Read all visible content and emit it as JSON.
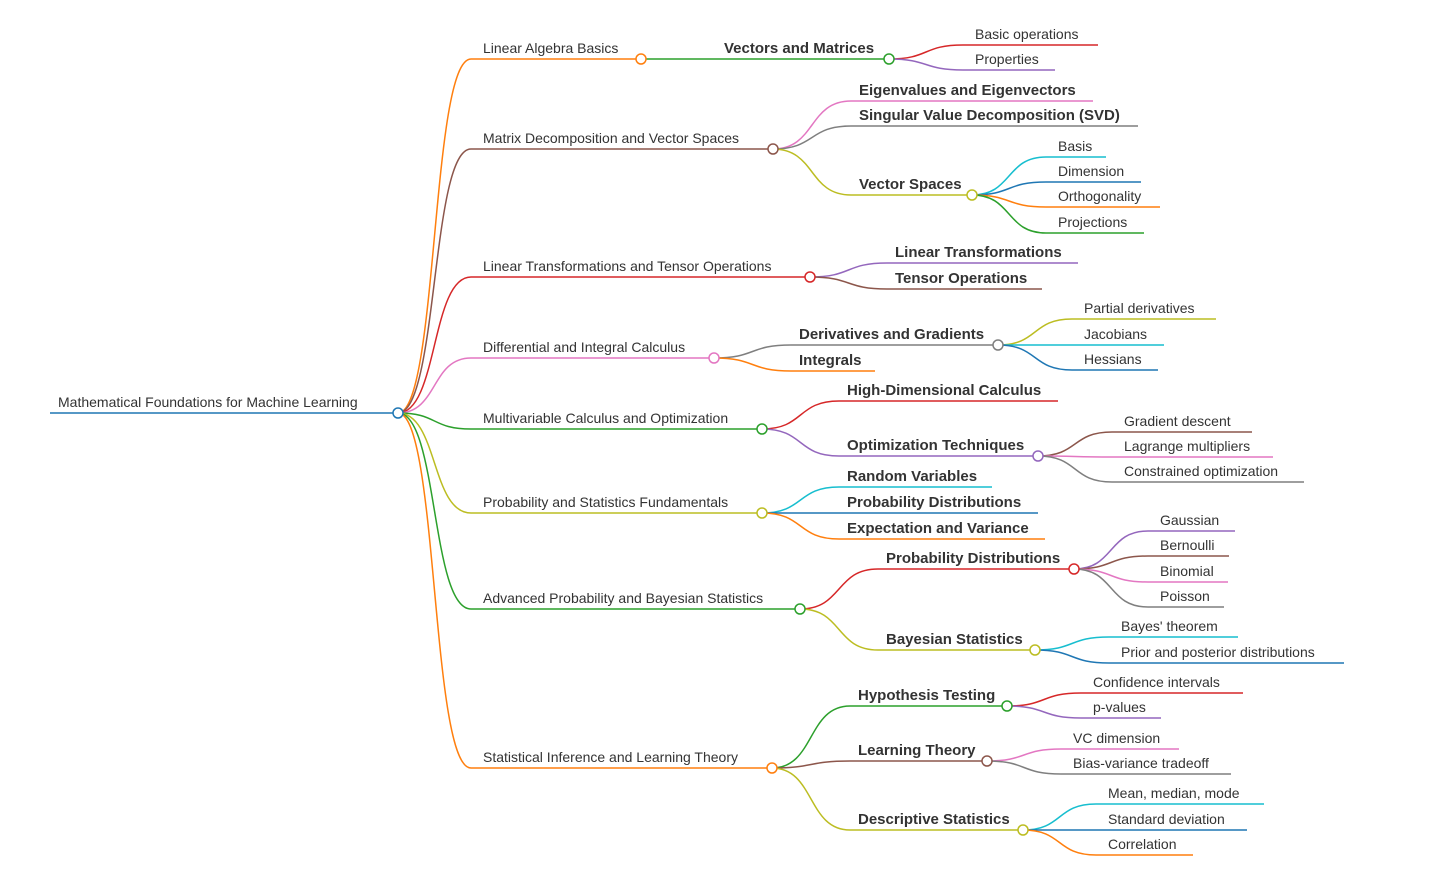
{
  "root": {
    "label": "Mathematical Foundations for Machine Learning",
    "color": "#1f77b4",
    "branches": [
      {
        "label": "Linear Algebra Basics",
        "color": "#ff7f0e",
        "children": [
          {
            "label": "Vectors and Matrices",
            "color": "#2ca02c",
            "children": [
              {
                "label": "Basic operations",
                "color": "#d62728"
              },
              {
                "label": "Properties",
                "color": "#9467bd"
              }
            ]
          }
        ]
      },
      {
        "label": "Matrix Decomposition and Vector Spaces",
        "color": "#8c564b",
        "children": [
          {
            "label": "Eigenvalues and Eigenvectors",
            "color": "#e377c2"
          },
          {
            "label": "Singular Value Decomposition (SVD)",
            "color": "#7f7f7f"
          },
          {
            "label": "Vector Spaces",
            "color": "#bcbd22",
            "children": [
              {
                "label": "Basis",
                "color": "#17becf"
              },
              {
                "label": "Dimension",
                "color": "#1f77b4"
              },
              {
                "label": "Orthogonality",
                "color": "#ff7f0e"
              },
              {
                "label": "Projections",
                "color": "#2ca02c"
              }
            ]
          }
        ]
      },
      {
        "label": "Linear Transformations and Tensor Operations",
        "color": "#d62728",
        "children": [
          {
            "label": "Linear Transformations",
            "color": "#9467bd"
          },
          {
            "label": "Tensor Operations",
            "color": "#8c564b"
          }
        ]
      },
      {
        "label": "Differential and Integral Calculus",
        "color": "#e377c2",
        "children": [
          {
            "label": "Derivatives and Gradients",
            "color": "#7f7f7f",
            "children": [
              {
                "label": "Partial derivatives",
                "color": "#bcbd22"
              },
              {
                "label": "Jacobians",
                "color": "#17becf"
              },
              {
                "label": "Hessians",
                "color": "#1f77b4"
              }
            ]
          },
          {
            "label": "Integrals",
            "color": "#ff7f0e"
          }
        ]
      },
      {
        "label": "Multivariable Calculus and Optimization",
        "color": "#2ca02c",
        "children": [
          {
            "label": "High-Dimensional Calculus",
            "color": "#d62728"
          },
          {
            "label": "Optimization Techniques",
            "color": "#9467bd",
            "children": [
              {
                "label": "Gradient descent",
                "color": "#8c564b"
              },
              {
                "label": "Lagrange multipliers",
                "color": "#e377c2"
              },
              {
                "label": "Constrained optimization",
                "color": "#7f7f7f"
              }
            ]
          }
        ]
      },
      {
        "label": "Probability and Statistics Fundamentals",
        "color": "#bcbd22",
        "children": [
          {
            "label": "Random Variables",
            "color": "#17becf"
          },
          {
            "label": "Probability Distributions",
            "color": "#1f77b4"
          },
          {
            "label": "Expectation and Variance",
            "color": "#ff7f0e"
          }
        ]
      },
      {
        "label": "Advanced Probability and Bayesian Statistics",
        "color": "#2ca02c",
        "children": [
          {
            "label": "Probability Distributions",
            "color": "#d62728",
            "children": [
              {
                "label": "Gaussian",
                "color": "#9467bd"
              },
              {
                "label": "Bernoulli",
                "color": "#8c564b"
              },
              {
                "label": "Binomial",
                "color": "#e377c2"
              },
              {
                "label": "Poisson",
                "color": "#7f7f7f"
              }
            ]
          },
          {
            "label": "Bayesian Statistics",
            "color": "#bcbd22",
            "children": [
              {
                "label": "Bayes' theorem",
                "color": "#17becf"
              },
              {
                "label": "Prior and posterior distributions",
                "color": "#1f77b4"
              }
            ]
          }
        ]
      },
      {
        "label": "Statistical Inference and Learning Theory",
        "color": "#ff7f0e",
        "children": [
          {
            "label": "Hypothesis Testing",
            "color": "#2ca02c",
            "children": [
              {
                "label": "Confidence intervals",
                "color": "#d62728"
              },
              {
                "label": "p-values",
                "color": "#9467bd"
              }
            ]
          },
          {
            "label": "Learning Theory",
            "color": "#8c564b",
            "children": [
              {
                "label": "VC dimension",
                "color": "#e377c2"
              },
              {
                "label": "Bias-variance tradeoff",
                "color": "#7f7f7f"
              }
            ]
          },
          {
            "label": "Descriptive Statistics",
            "color": "#bcbd22",
            "children": [
              {
                "label": "Mean, median, mode",
                "color": "#17becf"
              },
              {
                "label": "Standard deviation",
                "color": "#1f77b4"
              },
              {
                "label": "Correlation",
                "color": "#ff7f0e"
              }
            ]
          }
        ]
      }
    ]
  }
}
